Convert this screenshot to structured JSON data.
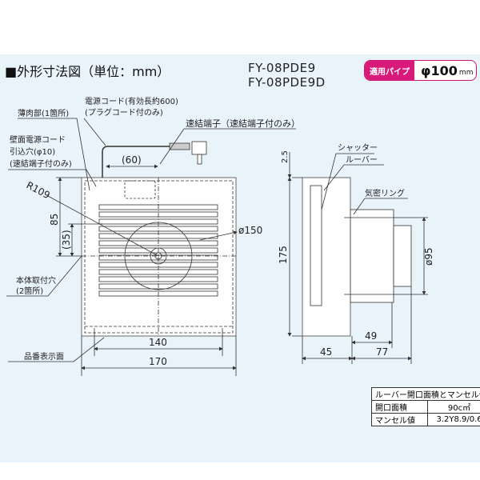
{
  "title": "■外形寸法図（単位：mm）",
  "models": [
    "FY-08PDE9",
    "FY-08PDE9D"
  ],
  "pipe": {
    "label": "適用パイプ",
    "value": "φ100",
    "unit": "mm"
  },
  "labels": {
    "thin": "薄肉部(1箇所)",
    "cord1": "電源コード(有効長約600)",
    "cord2": "(プラグコード付のみ)",
    "terminal": "速結端子（速結端子付のみ）",
    "wallhole1": "壁面電源コード",
    "wallhole2": "引込穴(φ10)",
    "wallhole3": "(速結端子付のみ)",
    "mount1": "本体取付穴",
    "mount2": "(2箇所)",
    "modelface": "品番表示面",
    "shutter": "シャッター",
    "louver": "ルーバー",
    "seal": "気密リング"
  },
  "dims": {
    "d60": "(60)",
    "r109": "R109",
    "d85": "85",
    "d35": "(35)",
    "d150": "ø150",
    "d140": "140",
    "d170": "170",
    "d25": "2.5",
    "d175": "175",
    "d95": "ø95",
    "d49": "49",
    "d45": "45",
    "d77": "77"
  },
  "table": {
    "header": "ルーバー開口面積とマンセル値",
    "rows": [
      [
        "開口面積",
        "90c㎡"
      ],
      [
        "マンセル値",
        "3.2Y8.9/0.6"
      ]
    ]
  }
}
